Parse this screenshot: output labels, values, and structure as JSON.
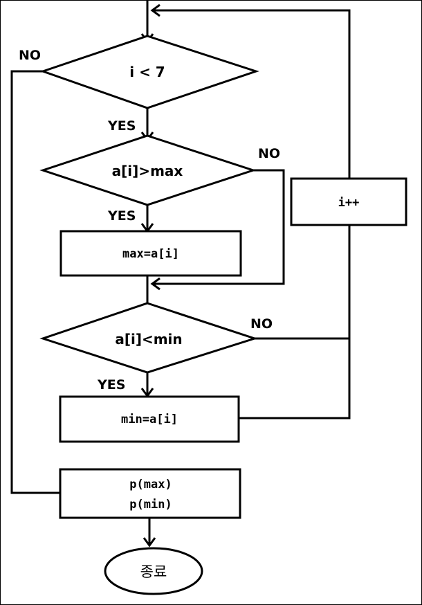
{
  "nodes": {
    "loop_condition": "i < 7",
    "max_condition": "a[i]>max",
    "max_assign": "max=a[i]",
    "min_condition": "a[i]<min",
    "min_assign": "min=a[i]",
    "increment": "i++",
    "print_max": "p(max)",
    "print_min": "p(min)",
    "terminator": "종료"
  },
  "branch_labels": {
    "loop_no": "NO",
    "loop_yes": "YES",
    "max_no": "NO",
    "max_yes": "YES",
    "min_no": "NO",
    "min_yes": "YES"
  }
}
